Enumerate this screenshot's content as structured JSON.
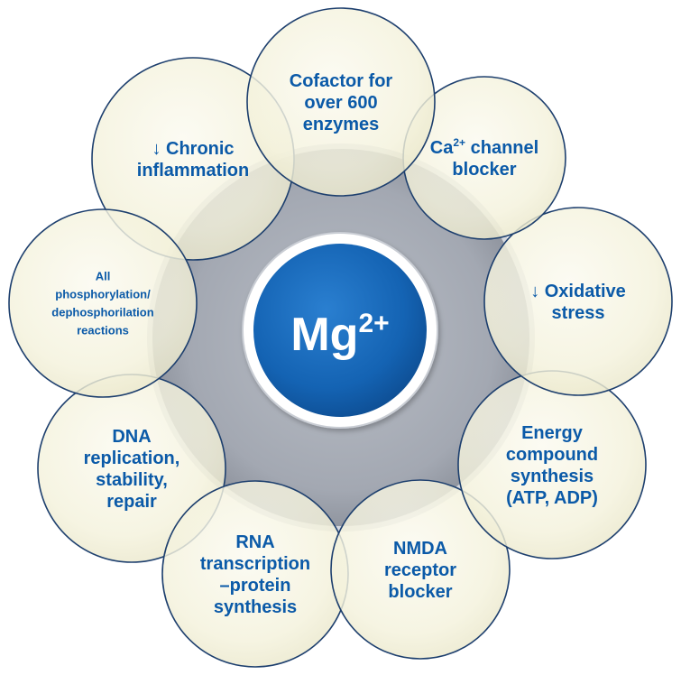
{
  "center": {
    "label": "Mg",
    "superscript": "2+"
  },
  "functions": [
    {
      "id": "cofactor",
      "lines": [
        "Cofactor for",
        "over 600",
        "enzymes"
      ]
    },
    {
      "id": "calcium-channel",
      "lines": [
        "Ca",
        "blocker"
      ],
      "line1_superscript": "2+",
      "line1_suffix": " channel"
    },
    {
      "id": "oxidative-stress",
      "lines": [
        "↓ Oxidative",
        "stress"
      ]
    },
    {
      "id": "energy",
      "lines": [
        "Energy",
        "compound",
        "synthesis",
        "(ATP, ADP)"
      ]
    },
    {
      "id": "nmda",
      "lines": [
        "NMDA",
        "receptor",
        "blocker"
      ]
    },
    {
      "id": "rna",
      "lines": [
        "RNA",
        "transcription",
        "–protein",
        "synthesis"
      ]
    },
    {
      "id": "dna",
      "lines": [
        "DNA",
        "replication,",
        "stability,",
        "repair"
      ]
    },
    {
      "id": "phosphorylation",
      "lines": [
        "All",
        "phosphorylation/",
        "dephosphorilation",
        "reactions"
      ]
    },
    {
      "id": "inflammation",
      "lines": [
        "↓ Chronic",
        "inflammation"
      ]
    }
  ],
  "colors": {
    "text_blue": "#0b5aa8",
    "center_fill": "#1463b3",
    "ring_gray": "#a7acb5",
    "petal_fill": "#f7f5e2",
    "petal_edge": "#1d3f6e"
  }
}
